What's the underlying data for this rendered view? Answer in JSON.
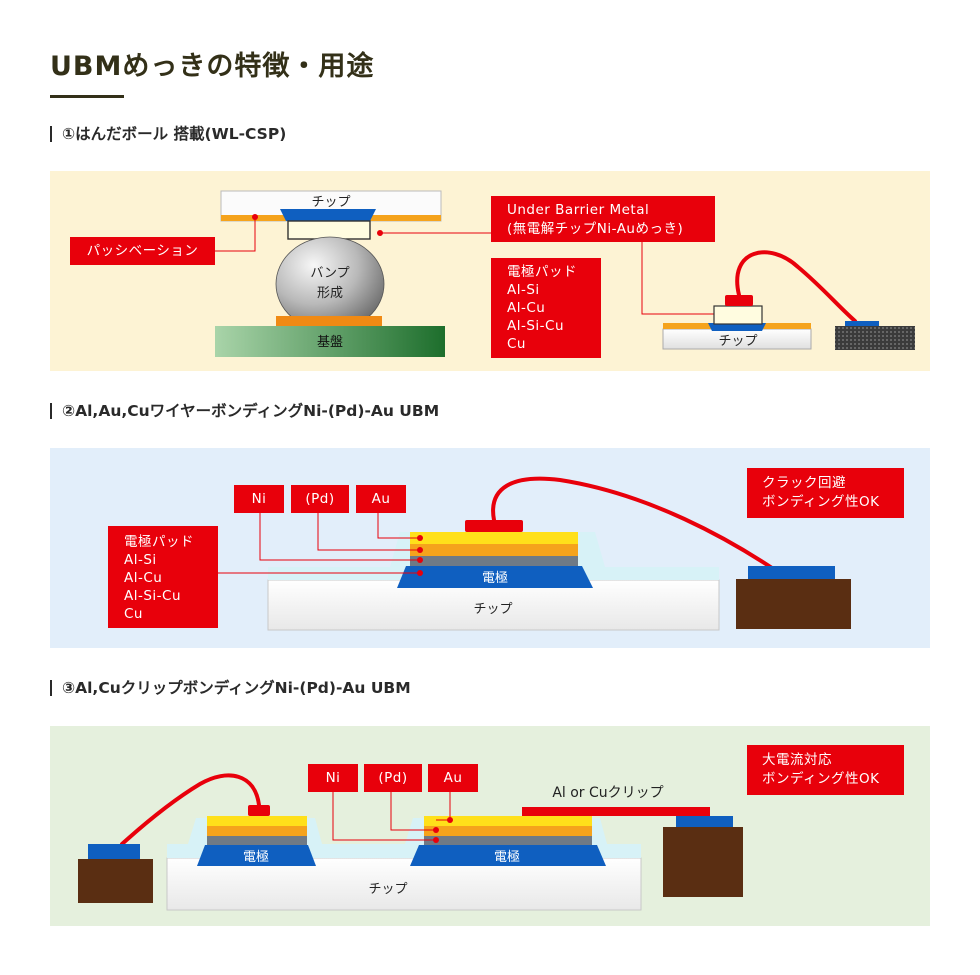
{
  "title": "UBMめっきの特徴・用途",
  "sections": [
    {
      "heading": "①はんだボール 搭載(WL-CSP)",
      "chip": "チップ",
      "bump_line1": "バンプ",
      "bump_line2": "形成",
      "substrate": "基盤",
      "passivation": "パッシベーション",
      "ubm_line1": "Under Barrier Metal",
      "ubm_line2": "(無電解チップNi-Auめっき)",
      "pad_lines": [
        "電極パッド",
        "Al-Si",
        "Al-Cu",
        "Al-Si-Cu",
        "Cu"
      ],
      "chip_small": "チップ"
    },
    {
      "heading": "②Al,Au,CuワイヤーボンディングNi-(Pd)-Au UBM",
      "ni": "Ni",
      "pd": "(Pd)",
      "au": "Au",
      "pad_lines": [
        "電極パッド",
        "Al-Si",
        "Al-Cu",
        "Al-Si-Cu",
        "Cu"
      ],
      "electrode": "電極",
      "chip": "チップ",
      "note_line1": "クラック回避",
      "note_line2": "ボンディング性OK"
    },
    {
      "heading": "③Al,CuクリップボンディングNi-(Pd)-Au UBM",
      "ni": "Ni",
      "pd": "(Pd)",
      "au": "Au",
      "clip": "Al or Cuクリップ",
      "electrode_left": "電極",
      "electrode_right": "電極",
      "chip": "チップ",
      "note_line1": "大電流対応",
      "note_line2": "ボンディング性OK"
    }
  ],
  "colors": {
    "red": "#e8000b",
    "gold": "#ffd700",
    "orange": "#f5a31c",
    "electrode_blue": "#0f5fc0",
    "brown": "#5a2e12",
    "green_substrate": "#2e8b3d",
    "bg_yellow": "#fdf3d4",
    "bg_blue": "#e2eefa",
    "bg_green": "#e5f0dd"
  }
}
